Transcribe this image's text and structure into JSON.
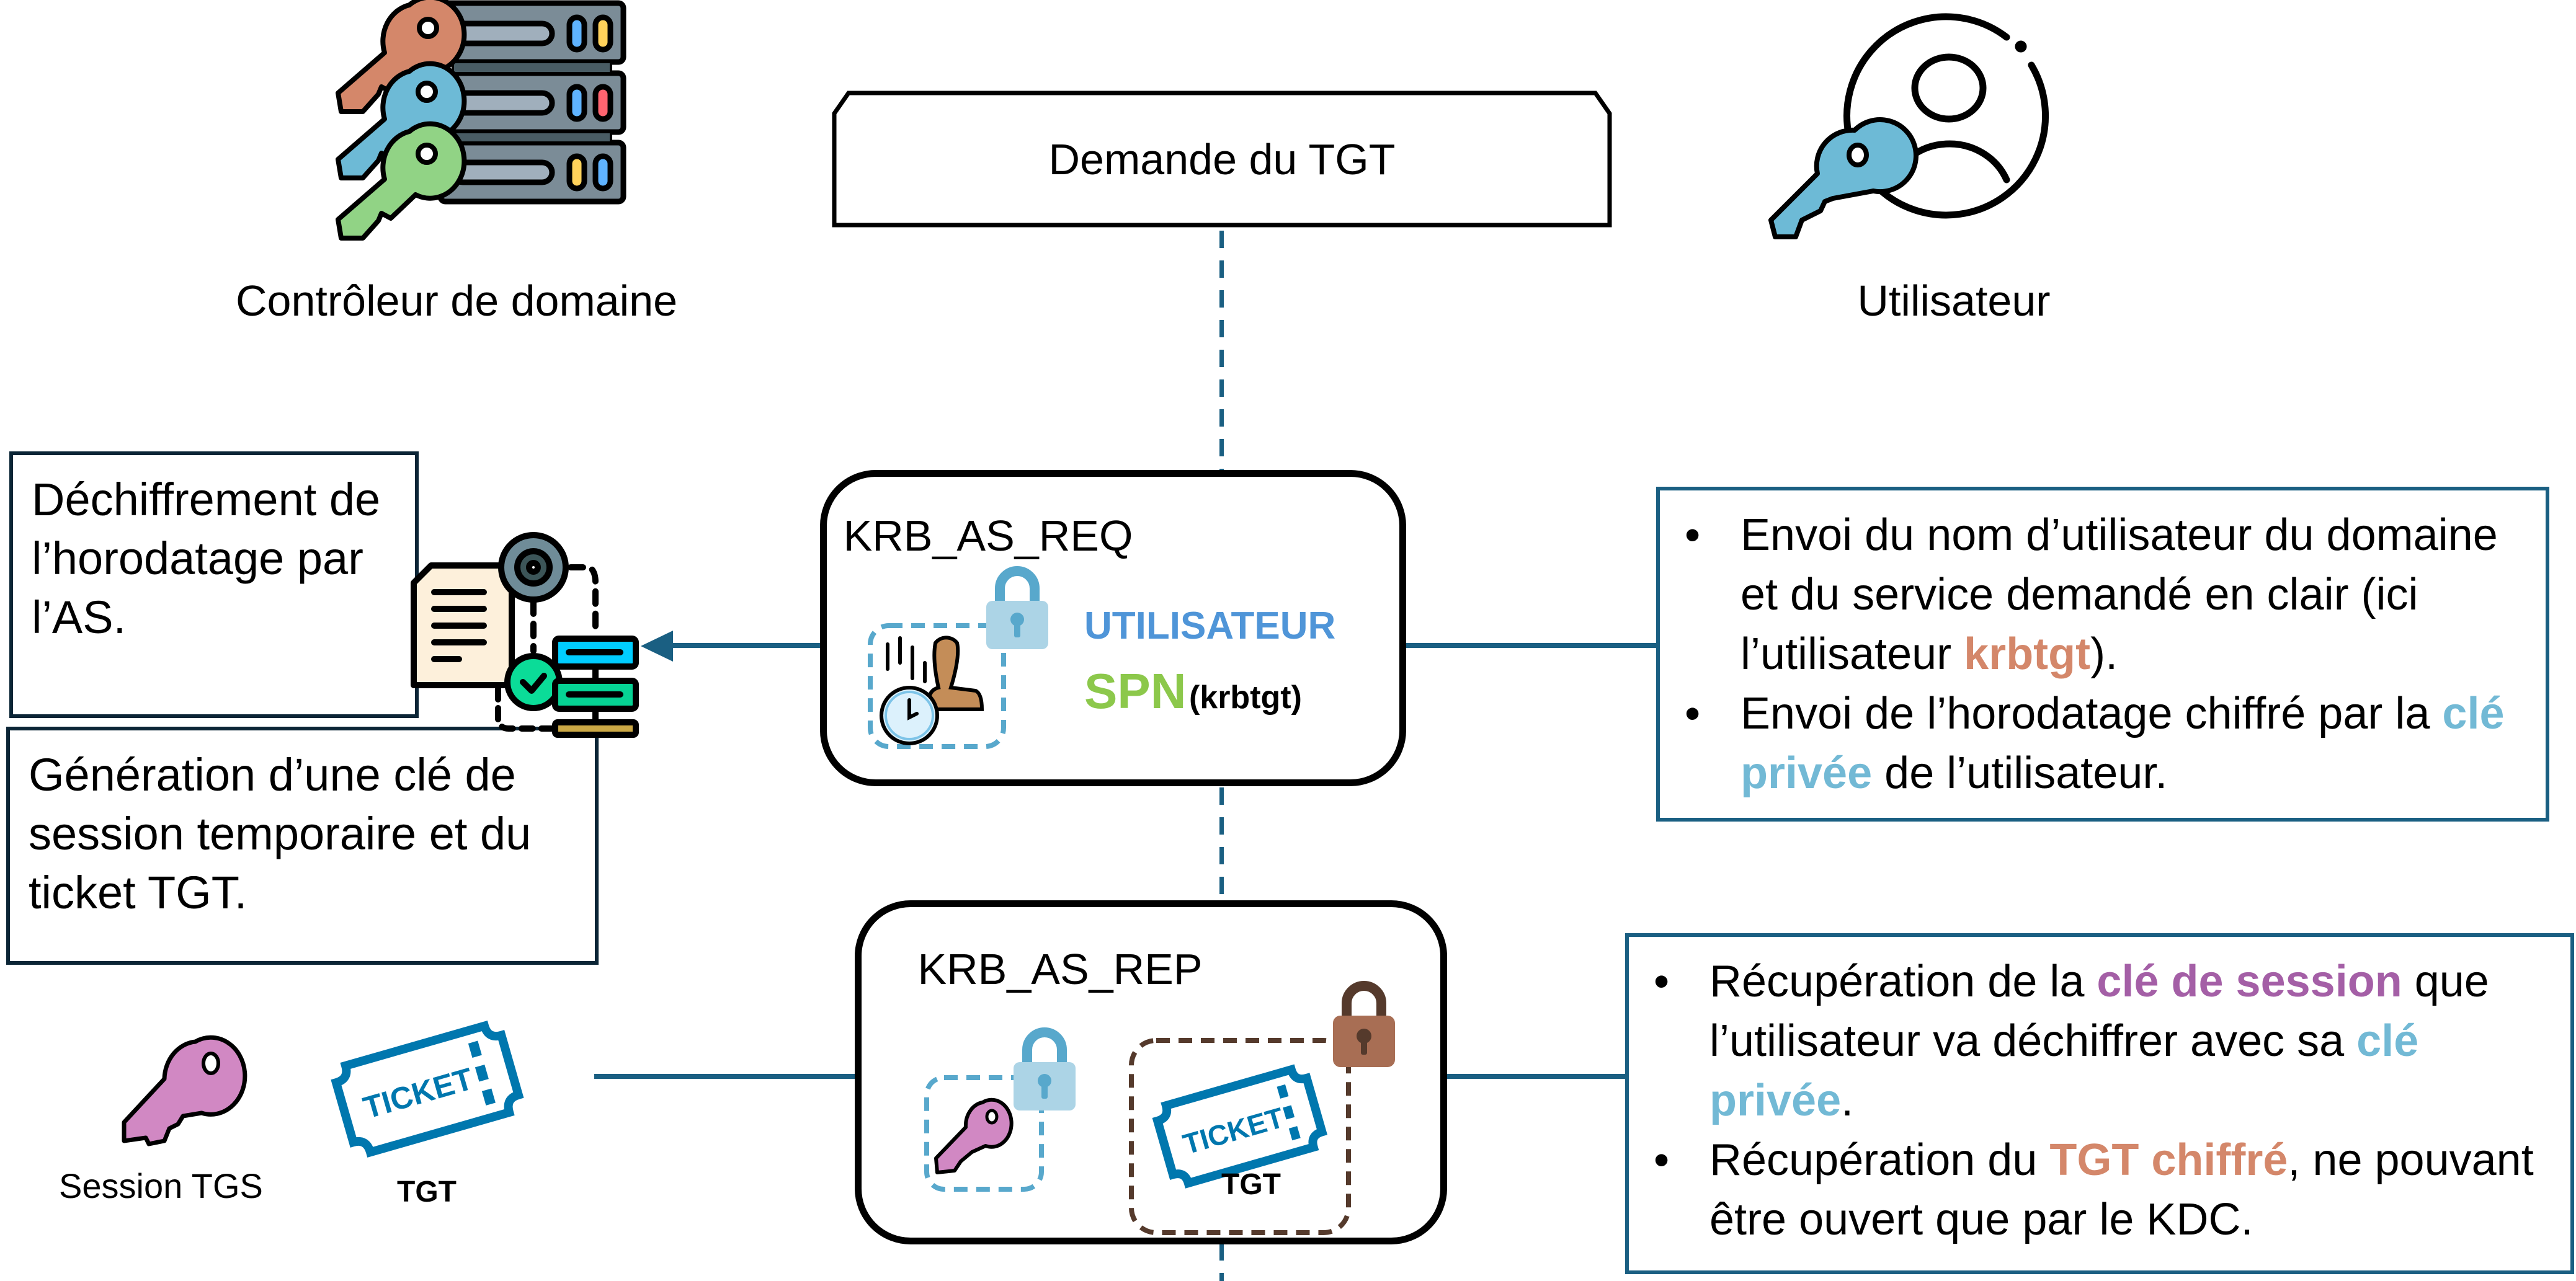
{
  "header": {
    "domain_controller_label": "Contrôleur de domaine",
    "user_label": "Utilisateur",
    "step_title": "Demande du TGT"
  },
  "notes": {
    "decrypt": "Déchiffrement de l’horodatage par l’AS.",
    "generate": "Génération d’une clé de session temporaire et du ticket TGT."
  },
  "as_req": {
    "title": "KRB_AS_REQ",
    "user_field": "UTILISATEUR",
    "spn_field": "SPN",
    "spn_value": "(krbtgt)"
  },
  "as_rep": {
    "title": "KRB_AS_REP",
    "ticket_label": "TGT",
    "ticket_text": "TICKET"
  },
  "outputs": {
    "session_label": "Session TGS",
    "tgt_label": "TGT",
    "ticket_text": "TICKET"
  },
  "req_info": {
    "items": [
      {
        "before": "Envoi du nom d’utilisateur du domaine et du service demandé en clair (ici l’utilisateur ",
        "highlight": "krbtgt",
        "after": ")."
      },
      {
        "before": "Envoi de l’horodatage chiffré par la ",
        "highlight": "clé privée",
        "after": " de l’utilisateur."
      }
    ]
  },
  "rep_info": {
    "items": [
      {
        "before": "Récupération de la ",
        "highlight": "clé de session",
        "middle": " que l’utilisateur va déchiffrer avec sa ",
        "highlight2": "clé privée",
        "after": "."
      },
      {
        "before": "Récupération du ",
        "highlight": "TGT chiffré",
        "after": ", ne pouvant être ouvert que par le KDC."
      }
    ]
  },
  "colors": {
    "connector": "#1a5f82",
    "krbtgt": "#d4876a",
    "private_key": "#72b9d5",
    "session_key": "#a45fa6",
    "tgt_encrypted": "#d4876a",
    "user_field": "#4f95d8",
    "spn_field": "#8cc84b",
    "ticket": "#0077ae"
  }
}
